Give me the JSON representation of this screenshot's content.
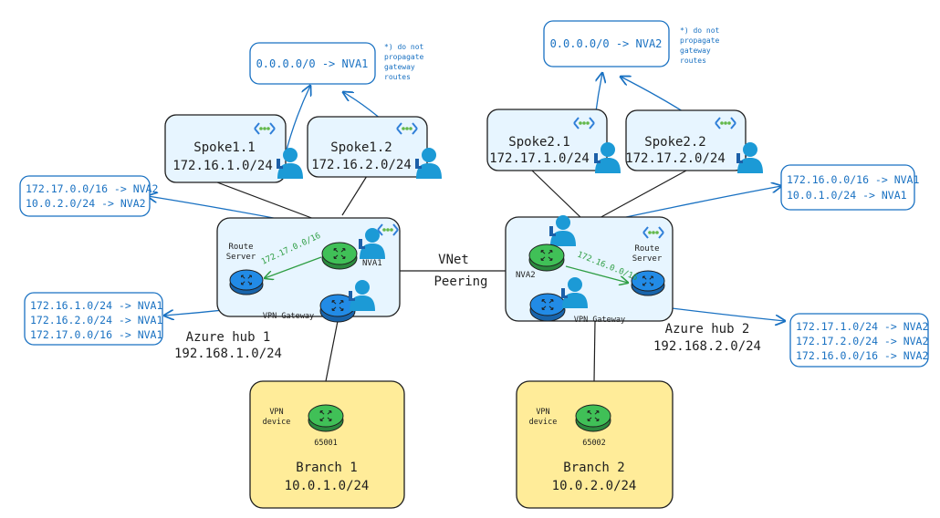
{
  "colors": {
    "stroke": "#1e1e1e",
    "accent_blue": "#1971c2",
    "box_fill": "#e7f5ff",
    "branch_fill": "#ffec99",
    "router_blue": "#228be6",
    "router_green": "#40c057",
    "green_line": "#2f9e44",
    "user_blue": "#1c9ad6"
  },
  "route_boxes": {
    "spoke1_top": "0.0.0.0/0 -> NVA1",
    "spoke2_top": "0.0.0.0/0 -> NVA2",
    "hub1_left": [
      "172.17.0.0/16 -> NVA2",
      "10.0.2.0/24 -> NVA2"
    ],
    "hub1_vpn": [
      "172.16.1.0/24 -> NVA1",
      "172.16.2.0/24 -> NVA1",
      "172.17.0.0/16 -> NVA1"
    ],
    "hub2_right": [
      "172.16.0.0/16 -> NVA1",
      "10.0.1.0/24 -> NVA1"
    ],
    "hub2_vpn": [
      "172.17.1.0/24 -> NVA2",
      "172.17.2.0/24 -> NVA2",
      "172.16.0.0/16 -> NVA2"
    ]
  },
  "notes": {
    "no_propagate_1": [
      "*) do not",
      "propagate",
      "gateway",
      "routes"
    ],
    "no_propagate_2": [
      "*) do not",
      "propagate",
      "gateway",
      "routes"
    ]
  },
  "spokes": {
    "spoke11": {
      "name": "Spoke1.1",
      "cidr": "172.16.1.0/24"
    },
    "spoke12": {
      "name": "Spoke1.2",
      "cidr": "172.16.2.0/24"
    },
    "spoke21": {
      "name": "Spoke2.1",
      "cidr": "172.17.1.0/24"
    },
    "spoke22": {
      "name": "Spoke2.2",
      "cidr": "172.17.2.0/24"
    }
  },
  "hubs": {
    "hub1": {
      "name": "Azure hub 1",
      "cidr": "192.168.1.0/24",
      "route_server": [
        "Route",
        "Server"
      ],
      "nva": "NVA1",
      "vpn_gateway": "VPN Gateway",
      "advertised": "172.17.0.0/16"
    },
    "hub2": {
      "name": "Azure hub 2",
      "cidr": "192.168.2.0/24",
      "route_server": [
        "Route",
        "Server"
      ],
      "nva": "NVA2",
      "vpn_gateway": "VPN Gateway",
      "advertised": "172.16.0.0/16"
    }
  },
  "peering": [
    "VNet",
    "Peering"
  ],
  "branches": {
    "branch1": {
      "device": [
        "VPN",
        "device"
      ],
      "asn": "65001",
      "name": "Branch 1",
      "cidr": "10.0.1.0/24"
    },
    "branch2": {
      "device": [
        "VPN",
        "device"
      ],
      "asn": "65002",
      "name": "Branch 2",
      "cidr": "10.0.2.0/24"
    }
  },
  "icons": [
    "vnet-icon",
    "user-icon",
    "router-icon"
  ]
}
